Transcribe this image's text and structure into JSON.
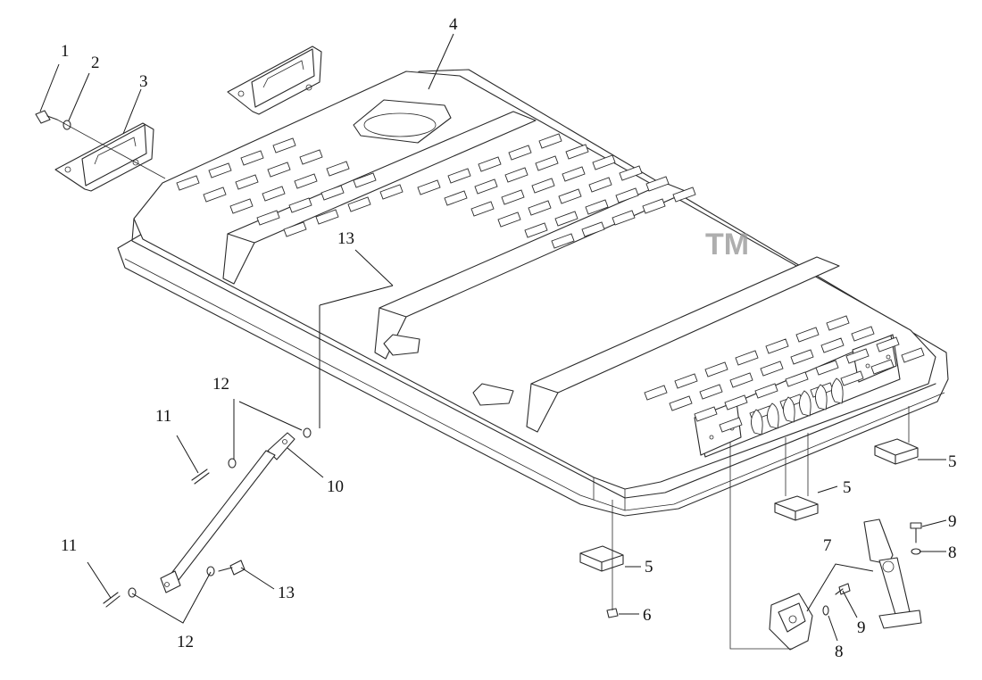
{
  "callouts": {
    "c1": "1",
    "c2": "2",
    "c3": "3",
    "c4": "4",
    "c5a": "5",
    "c5b": "5",
    "c5c": "5",
    "c6": "6",
    "c7": "7",
    "c8a": "8",
    "c8b": "8",
    "c9a": "9",
    "c9b": "9",
    "c10": "10",
    "c11a": "11",
    "c11b": "11",
    "c12a": "12",
    "c12b": "12",
    "c13a": "13",
    "c13b": "13"
  },
  "watermark": {
    "logo": "",
    "tm": "TM"
  },
  "corner_mark": "",
  "colors": {
    "line": "#2a2a2a",
    "watermark": "#8a8a8a",
    "background": "#ffffff"
  }
}
